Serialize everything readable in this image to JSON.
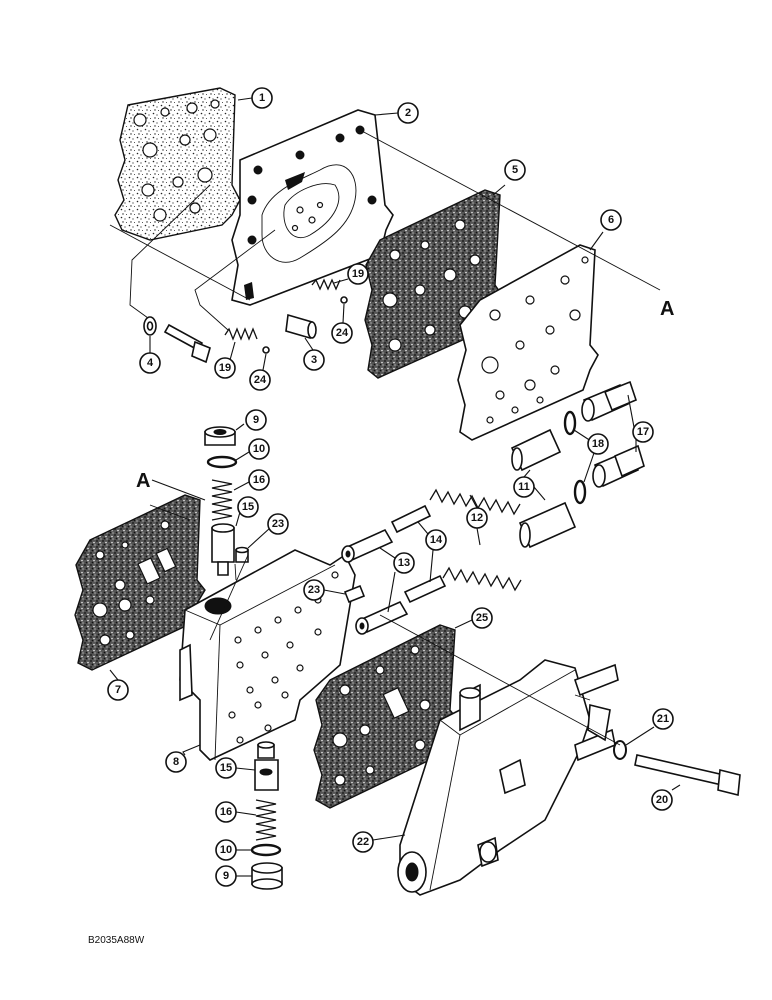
{
  "figure_code": "B2035A88W",
  "reference_letters": [
    "A",
    "A"
  ],
  "callouts": [
    "1",
    "2",
    "3",
    "4",
    "5",
    "6",
    "7",
    "8",
    "9",
    "9",
    "10",
    "10",
    "11",
    "12",
    "13",
    "14",
    "15",
    "15",
    "16",
    "16",
    "17",
    "18",
    "19",
    "19",
    "20",
    "21",
    "22",
    "23",
    "23",
    "24",
    "24",
    "25"
  ]
}
